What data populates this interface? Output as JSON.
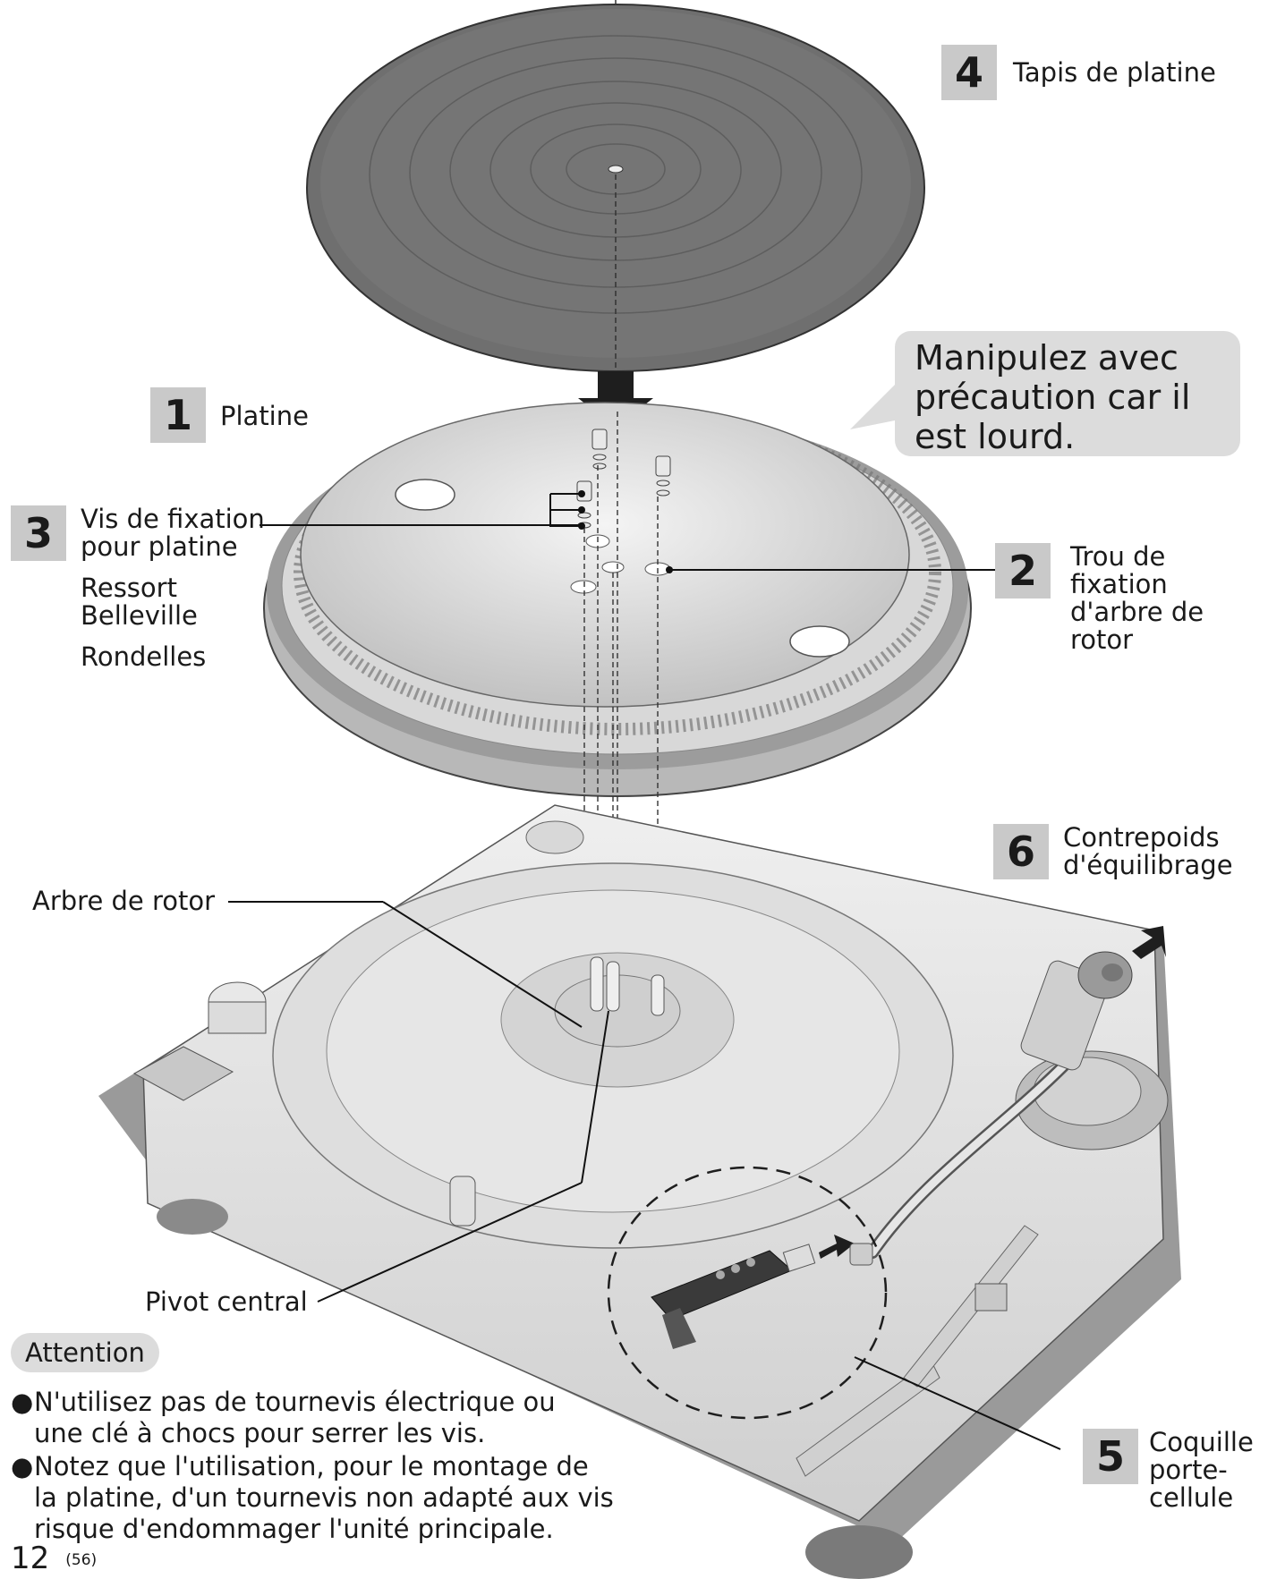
{
  "labels": {
    "step1": {
      "num": "1",
      "text": "Platine"
    },
    "step2": {
      "num": "2",
      "line1": "Trou de fixation",
      "line2": "d'arbre de rotor"
    },
    "step3": {
      "num": "3",
      "line1": "Vis de fixation",
      "line2": "pour platine",
      "spring1": "Ressort",
      "spring2": "Belleville",
      "washers": "Rondelles"
    },
    "step4": {
      "num": "4",
      "text": "Tapis de platine"
    },
    "step5": {
      "num": "5",
      "line1": "Coquille",
      "line2": "porte-",
      "line3": "cellule"
    },
    "step6": {
      "num": "6",
      "line1": "Contrepoids",
      "line2": "d'équilibrage"
    },
    "rotor_shaft": "Arbre de rotor",
    "center_pivot": "Pivot central"
  },
  "callout": {
    "line1": "Manipulez avec",
    "line2": "précaution car il",
    "line3": "est lourd."
  },
  "attention": {
    "title": "Attention",
    "items": [
      {
        "line1": "N'utilisez pas de tournevis électrique ou",
        "line2": "une clé à chocs pour serrer les vis."
      },
      {
        "line1": "Notez que l'utilisation, pour le montage de",
        "line2": "la platine, d'un tournevis non adapté aux vis",
        "line3": "risque d'endommager l'unité principale."
      }
    ]
  },
  "footer": {
    "page": "12",
    "sub": "(56)"
  },
  "colors": {
    "mat": "#6e6e6e",
    "metal": "#e4e4e4",
    "label_box": "#c9c9c9",
    "callout": "#dcdcdc"
  }
}
